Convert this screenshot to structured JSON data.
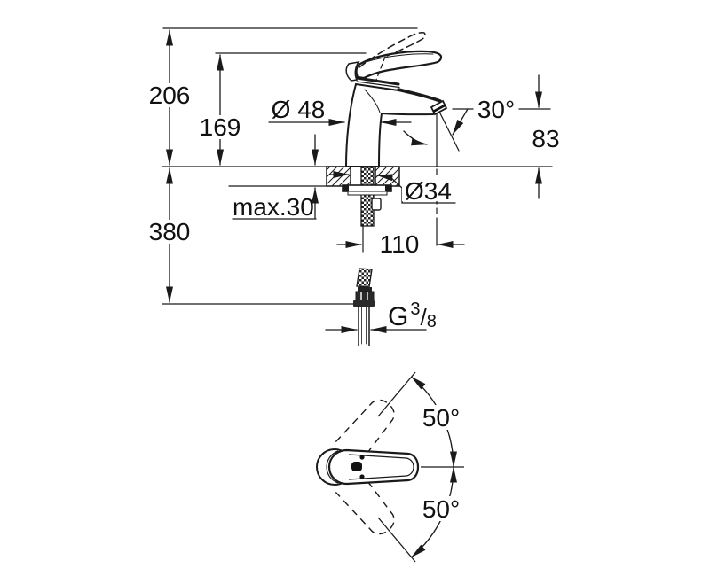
{
  "drawing": {
    "front_view": {
      "dims": {
        "overall_height": "206",
        "lever_height": "169",
        "base_diameter": "Ø 48",
        "spout_angle": "30°",
        "spout_height": "83",
        "deck_thickness": "max.30",
        "hole_diameter": "Ø34",
        "hose_depth": "380",
        "spout_projection": "110",
        "thread": {
          "prefix": "G",
          "numerator": "3",
          "slash": "/",
          "denominator": "8"
        }
      }
    },
    "top_view": {
      "swing_up": "50°",
      "swing_down": "50°"
    },
    "colors": {
      "line": "#1a1a1a",
      "background": "#ffffff"
    }
  }
}
